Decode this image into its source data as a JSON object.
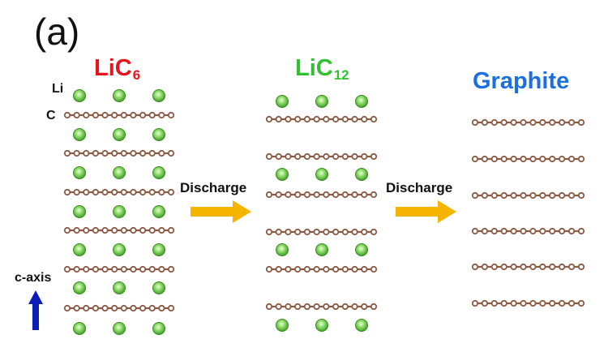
{
  "panel_label": "(a)",
  "structures": [
    {
      "formula_main": "LiC",
      "formula_sub": "6",
      "color": "#e8141c"
    },
    {
      "formula_main": "LiC",
      "formula_sub": "12",
      "color": "#33c035"
    },
    {
      "formula_main": "Graphite",
      "formula_sub": "",
      "color": "#1c6fe0"
    }
  ],
  "labels": {
    "li": "Li",
    "c": "C",
    "c_axis": "c-axis"
  },
  "transitions": [
    {
      "label": "Discharge"
    },
    {
      "label": "Discharge"
    }
  ],
  "colors": {
    "carbon_line": "#8a5a44",
    "carbon_atom": "#8a5a44",
    "lithium_atom": "#5cbf3a",
    "arrow": "#f5b400",
    "axis_arrow": "#0b1fb8"
  }
}
